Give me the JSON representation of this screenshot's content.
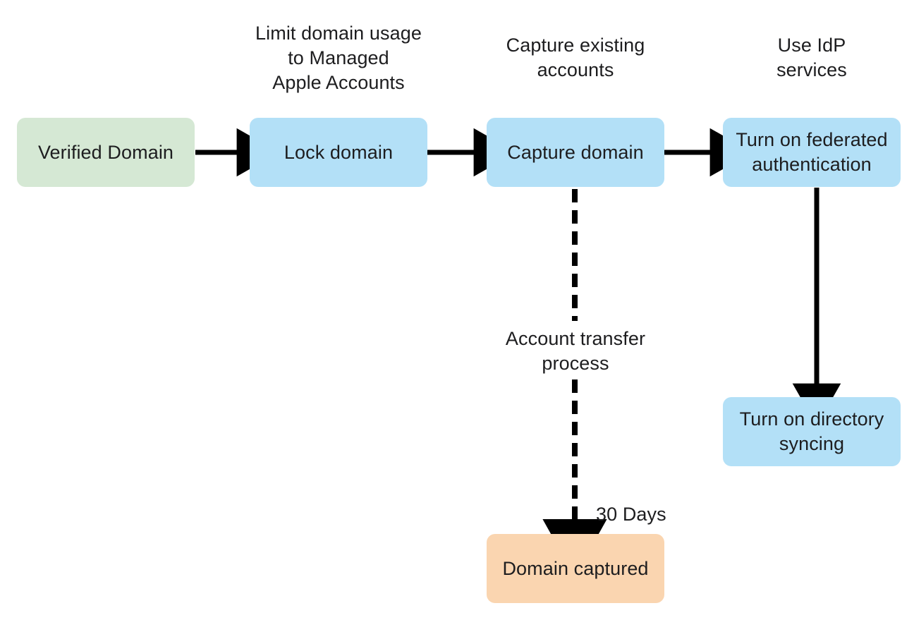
{
  "diagram": {
    "title": "Managed Apple Account domain capture flow",
    "colors": {
      "green_fill": "#d5e8d4",
      "blue_fill": "#b3e0f7",
      "orange_fill": "#fad5b0",
      "text": "#1d1d1f",
      "connector": "#000000",
      "background": "#ffffff"
    },
    "nodes": [
      {
        "id": "verified-domain",
        "label": "Verified Domain",
        "fill": "#d5e8d4"
      },
      {
        "id": "lock-domain",
        "label": "Lock domain",
        "fill": "#b3e0f7"
      },
      {
        "id": "capture-domain",
        "label": "Capture domain",
        "fill": "#b3e0f7"
      },
      {
        "id": "federated-auth",
        "label": "Turn on federated\nauthentication",
        "fill": "#b3e0f7"
      },
      {
        "id": "directory-syncing",
        "label": "Turn on directory\nsyncing",
        "fill": "#b3e0f7"
      },
      {
        "id": "domain-captured",
        "label": "Domain captured",
        "fill": "#fad5b0"
      }
    ],
    "captions": [
      {
        "id": "lock-domain-caption",
        "text": "Limit domain usage\nto Managed\nApple Accounts"
      },
      {
        "id": "capture-domain-caption",
        "text": "Capture existing\naccounts"
      },
      {
        "id": "federated-auth-caption",
        "text": "Use IdP\nservices"
      }
    ],
    "edge_labels": [
      {
        "id": "account-transfer-label",
        "text": "Account transfer\nprocess"
      },
      {
        "id": "thirty-days-label",
        "text": "30 Days"
      }
    ],
    "edges": [
      {
        "id": "verified-to-lock",
        "from": "verified-domain",
        "to": "lock-domain",
        "style": "solid",
        "direction": "right"
      },
      {
        "id": "lock-to-capture",
        "from": "lock-domain",
        "to": "capture-domain",
        "style": "solid",
        "direction": "right"
      },
      {
        "id": "capture-to-federated",
        "from": "capture-domain",
        "to": "federated-auth",
        "style": "solid",
        "direction": "right"
      },
      {
        "id": "federated-to-directory",
        "from": "federated-auth",
        "to": "directory-syncing",
        "style": "solid",
        "direction": "down"
      },
      {
        "id": "capture-to-captured",
        "from": "capture-domain",
        "to": "domain-captured",
        "style": "dashed",
        "direction": "down",
        "label": "Account transfer process / 30 Days"
      }
    ]
  }
}
